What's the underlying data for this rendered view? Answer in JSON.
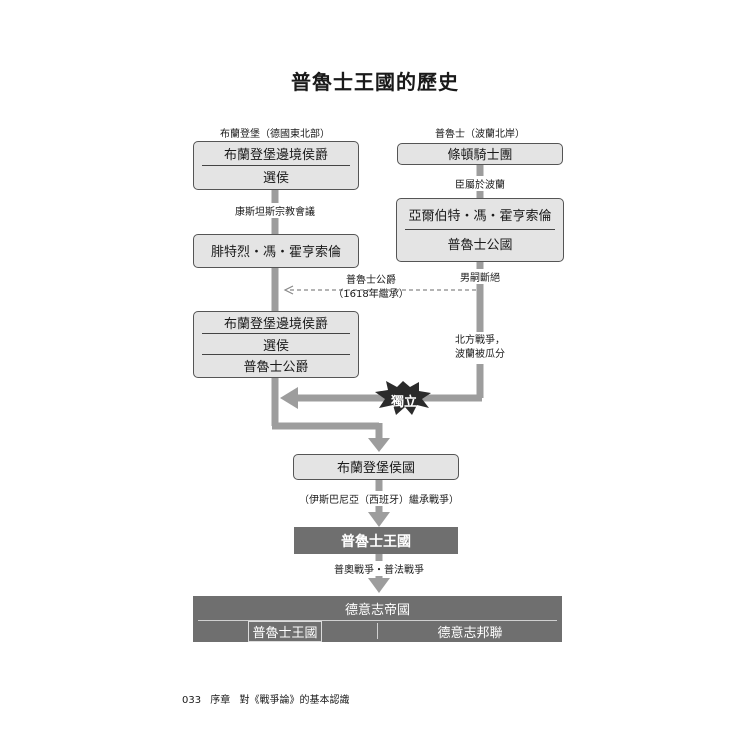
{
  "title": "普魯士王國的歷史",
  "left_branch": {
    "header": "布蘭登堡（德國東北部）",
    "box1": [
      "布蘭登堡邊境侯爵",
      "選侯"
    ],
    "edge1": "康斯坦斯宗教會議",
    "box2": "腓特烈・馮・霍亨索倫",
    "box3": [
      "布蘭登堡邊境侯爵",
      "選侯",
      "普魯士公爵"
    ]
  },
  "right_branch": {
    "header": "普魯士（波蘭北岸）",
    "box1": "條頓騎士團",
    "edge1": "臣屬於波蘭",
    "box2": [
      "亞爾伯特・馮・霍亨索倫",
      "普魯士公國"
    ],
    "edge2": "男嗣斷絕",
    "edge3": [
      "北方戰爭，",
      "波蘭被瓜分"
    ]
  },
  "inheritance": [
    "普魯士公爵",
    "（1618年繼承）"
  ],
  "independence_badge": "獨立",
  "brandenburg_electorate": "布蘭登堡侯國",
  "war_spanish": "（伊斯巴尼亞（西班牙）繼承戰爭）",
  "prussia_kingdom": "普魯士王國",
  "wars_unification": "普奧戰爭・普法戰爭",
  "german_empire": {
    "title": "德意志帝國",
    "left": "普魯士王國",
    "right": "德意志邦聯"
  },
  "footer": {
    "page": "033",
    "chapter": "序章",
    "section": "對《戰爭論》的基本認識"
  }
}
